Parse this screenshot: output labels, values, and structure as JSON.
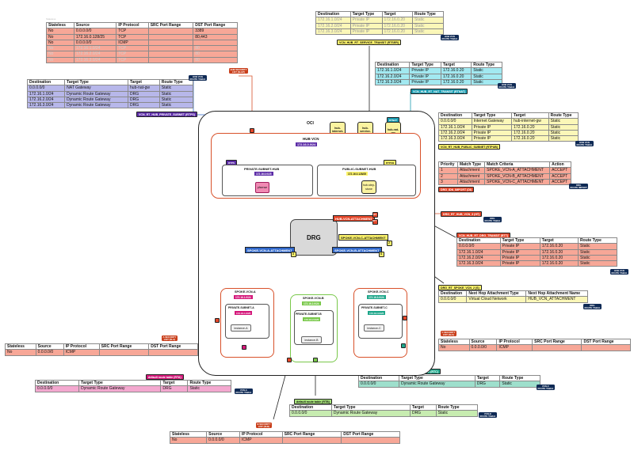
{
  "top_left_sl": {
    "caption": "Stateless",
    "headers": [
      "Stateless",
      "Source",
      "IP Protocol",
      "SRC Port Range",
      "DST Port Range"
    ],
    "rows": [
      [
        "No",
        "0.0.0.0/0",
        "TCP",
        "",
        "3389"
      ],
      [
        "No",
        "172.16.0.128/25",
        "TCP",
        "",
        "80,443"
      ],
      [
        "No",
        "0.0.0.0/0",
        "ICMP",
        "",
        ""
      ],
      [
        "No",
        "172.16.1.0/24",
        "TCP",
        "",
        "80"
      ],
      [
        "No",
        "172.16.2.0/24",
        "TCP",
        "",
        "80"
      ],
      [
        "No",
        "172.16.3.0/24",
        "TCP",
        "",
        "80"
      ]
    ]
  },
  "lav_rt": {
    "headers": [
      "Destination",
      "Target Type",
      "Target",
      "Route Type"
    ],
    "rows": [
      [
        "0.0.0.0/0",
        "NAT Gateway",
        "hub-nat-gw",
        "Static"
      ],
      [
        "172.16.1.0/24",
        "Dynamic Route Gateway",
        "DRG",
        "Static"
      ],
      [
        "172.16.2.0/24",
        "Dynamic Route Gateway",
        "DRG",
        "Static"
      ],
      [
        "172.16.3.0/24",
        "Dynamic Route Gateway",
        "DRG",
        "Static"
      ]
    ],
    "tag": "VCN_RT_HUB_PRIVATE_SUBNET (RTPS)",
    "badge": "HUB VCN\nROUTE TABLE"
  },
  "sl_hub": "HUB SECURITY\nLIST (SLHP)",
  "top_yellow_rt": {
    "headers": [
      "Destination",
      "Target Type",
      "Target",
      "Route Type"
    ],
    "rows": [
      [
        "172.16.1.0/24",
        "Private IP",
        "172.16.0.20",
        "Static"
      ],
      [
        "172.16.2.0/24",
        "Private IP",
        "172.16.0.20",
        "Static"
      ],
      [
        "172.16.3.0/24",
        "Private IP",
        "172.16.0.20",
        "Static"
      ]
    ],
    "tag": "VCN_HUB_RT_SERVICE_TRANSIT (RTSER)",
    "badge": "HUB VCN\nROUTE TABLE"
  },
  "cyan_rt": {
    "headers": [
      "Destination",
      "Target Type",
      "Target",
      "Route Type"
    ],
    "rows": [
      [
        "172.16.1.0/24",
        "Private IP",
        "172.16.0.20",
        "Static"
      ],
      [
        "172.16.2.0/24",
        "Private IP",
        "172.16.0.20",
        "Static"
      ],
      [
        "172.16.3.0/24",
        "Private IP",
        "172.16.0.20",
        "Static"
      ]
    ],
    "tag": "VCN_HUB_RT_NAT_TRANSIT (RTNAT)",
    "badge": "HUB VCN\nROUTE TABLE"
  },
  "pub_rt": {
    "headers": [
      "Destination",
      "Target Type",
      "Target",
      "Route Type"
    ],
    "rows": [
      [
        "0.0.0.0/0",
        "Internet Gateway",
        "hub-internet-gw",
        "Static"
      ],
      [
        "172.16.1.0/24",
        "Private IP",
        "172.16.0.20",
        "Static"
      ],
      [
        "172.16.2.0/24",
        "Private IP",
        "172.16.0.20",
        "Static"
      ],
      [
        "172.16.3.0/24",
        "Private IP",
        "172.16.0.20",
        "Static"
      ]
    ],
    "tag": "VCN_RT_HUB_PUBLIC_SUBNET (RTPUB)",
    "badge": "HUB VCN\nROUTE TABLE"
  },
  "drg_import": {
    "headers": [
      "Priority",
      "Match Type",
      "Match Criteria",
      "Action"
    ],
    "rows": [
      [
        "1",
        "Attachment",
        "SPOKE_VCN-A_ATTACHMENT",
        "ACCEPT"
      ],
      [
        "2",
        "Attachment",
        "SPOKE_VCN-B_ATTACHMENT",
        "ACCEPT"
      ],
      [
        "3",
        "Attachment",
        "SPOKE_VCN-C_ATTACHMENT",
        "ACCEPT"
      ]
    ],
    "tag": "DRG_IDN_IMPORT (DI)",
    "badge": "DRG\nROUTE IMPORT"
  },
  "drg_rt_hub": {
    "tag": "DRG_RT_HUB_VCN_3 (HT)",
    "badge": "DRG\nROUTE TABLE"
  },
  "transit_rt": {
    "headers": [
      "Destination",
      "Target Type",
      "Target",
      "Route Type"
    ],
    "rows": [
      [
        "0.0.0.0/0",
        "Private IP",
        "172.16.0.20",
        "Static"
      ],
      [
        "172.16.1.0/24",
        "Private IP",
        "172.16.0.20",
        "Static"
      ],
      [
        "172.16.2.0/24",
        "Private IP",
        "172.16.0.20",
        "Static"
      ],
      [
        "172.16.3.0/24",
        "Private IP",
        "172.16.0.20",
        "Static"
      ]
    ],
    "tag": "VCN_HUB_RT_DRG_TRANSIT (RTT)",
    "badge": "HUB VCN\nROUTE TABLE"
  },
  "spoke_drg_rt": {
    "headers": [
      "Destination",
      "Next Hop Attachment Type",
      "Next Hop Attachment Name"
    ],
    "rows": [
      [
        "0.0.0.0/0",
        "Virtual Cloud Network",
        "HUB_VCN_ATTACHMENT"
      ]
    ],
    "tag": "DRG_RT_SPOKE_VCN_2 (S)",
    "badge": "DRG\nROUTE TABLE"
  },
  "sl_c": {
    "headers": [
      "Stateless",
      "Source",
      "IP Protocol",
      "SRC Port Range",
      "DST Port Range"
    ],
    "rows": [
      [
        "No",
        "0.0.0.0/0",
        "ICMP",
        "",
        ""
      ]
    ],
    "badge": "C SECURITY\nLIST (SLC)"
  },
  "rt_c": {
    "headers": [
      "Destination",
      "Target Type",
      "Target",
      "Route Type"
    ],
    "rows": [
      [
        "0.0.0.0/0",
        "Dynamic Route Gateway",
        "DRG",
        "Static"
      ]
    ],
    "tag": "default route table (RTC)",
    "badge": "VCN-C\nROUTE TABLE"
  },
  "sl_a": {
    "headers": [
      "Stateless",
      "Source",
      "IP Protocol",
      "SRC Port Range",
      "DST Port Range"
    ],
    "rows": [
      [
        "No",
        "0.0.0.0/0",
        "ICMP",
        "",
        ""
      ]
    ],
    "badge": "A SECURITY\nLIST (SLA)"
  },
  "rt_a": {
    "headers": [
      "Destination",
      "Target Type",
      "Target",
      "Route Type"
    ],
    "rows": [
      [
        "0.0.0.0/0",
        "Dynamic Route Gateway",
        "DRG",
        "Static"
      ]
    ],
    "tag": "default route table (RTA)",
    "badge": "VCN-A\nROUTE TABLE"
  },
  "rt_b": {
    "headers": [
      "Destination",
      "Target Type",
      "Target",
      "Route Type"
    ],
    "rows": [
      [
        "0.0.0.0/0",
        "Dynamic Route Gateway",
        "DRG",
        "Static"
      ]
    ],
    "tag": "default route table (RTB)",
    "badge": "VCN-B\nROUTE TABLE"
  },
  "sl_b": {
    "headers": [
      "Stateless",
      "Source",
      "IP Protocol",
      "SRC Port Range",
      "DST Port Range"
    ],
    "rows": [
      [
        "No",
        "0.0.0.0/0",
        "ICMP",
        "",
        ""
      ]
    ],
    "badge": "B SECURITY\nLIST (SLB)"
  },
  "diagram": {
    "oci": "OCI",
    "hub_vcn": "HUB VCN",
    "hub_cidr": "172.16.0.0/24",
    "gw_internet": "hub-\ninternet-\ngw",
    "gw_service": "hub-\nservice-\ngw",
    "gw_nat": "hub-nat-\ngw",
    "rtnat_tag": "RTNAT",
    "rtps_tag": "RTPS",
    "rtpub_tag": "RTPUB",
    "priv_subnet": "PRIVATE-SUBNET-HUB",
    "priv_cidr": "172.16.0.0/25",
    "pub_subnet": "PUBLIC-SUBNET-HUB",
    "pub_cidr": "172.16.0.128/25",
    "pfsense": "pfsense",
    "stepstone": "hub-step-\nstone",
    "drg": "DRG",
    "hub_att": "HUB-VCN-ATTACHMENT",
    "spoke_a_att": "SPOKE-VCN-A-ATTACHMENT",
    "spoke_b_att": "SPOKE-VCN-B-ATTACHMENT",
    "spoke_c_att": "SPOKE-VCN-C-ATTACHMENT",
    "vcn_a": "SPOKE-VCN-A",
    "vcn_a_cidr": "172.16.1.0/24",
    "sub_a": "PRIVATE-SUBNET-A",
    "sub_a_cidr": "172.16.1.0/25",
    "inst_a": "instance-A",
    "vcn_b": "SPOKE-VCN-B",
    "vcn_b_cidr": "172.16.2.0/24",
    "sub_b": "PRIVATE-SUBNET-B",
    "sub_b_cidr": "172.16.2.0/25",
    "inst_b": "instance-B",
    "vcn_c": "SPOKE-VCN-C",
    "vcn_c_cidr": "172.16.3.0/24",
    "sub_c": "PRIVATE-SUBNET-C",
    "sub_c_cidr": "172.16.3.0/25",
    "inst_c": "instance-C",
    "n_ht": "HT",
    "n_rtt": "RTT",
    "n_2": "2",
    "n_3": "3",
    "n_s": "S"
  },
  "colors": {
    "red": "#e5472a",
    "blue": "#2e66c9",
    "yellow": "#fdf46b",
    "magenta": "#d4187a",
    "teal": "#1ea68a",
    "green": "#79c84a",
    "purple": "#5b2ba6"
  }
}
